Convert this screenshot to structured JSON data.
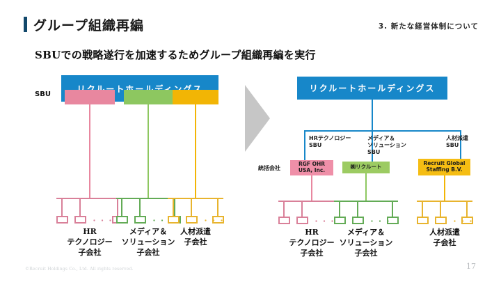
{
  "header": {
    "title": "グループ組織再編",
    "section": "3. 新たな経営体制について",
    "accent_color": "#12486b"
  },
  "lead": "SBUでの戦略遂行を加速するためグループ組織再編を実行",
  "colors": {
    "brand_blue": "#1787c9",
    "pink": "#e8879f",
    "green": "#8dc760",
    "yellow": "#f2b505",
    "arrow_grey": "#c6c6c6"
  },
  "arrow": {
    "name": "transition-arrow"
  },
  "before": {
    "holdings_label": "リクルートホールディングス",
    "sbu_label": "SBU",
    "sbu_blocks": [
      {
        "name": "hr-technology",
        "color": "#e8879f"
      },
      {
        "name": "media-solution",
        "color": "#8dc760"
      },
      {
        "name": "staffing",
        "color": "#f2b505"
      }
    ],
    "groups": [
      {
        "label_lines": [
          "HR",
          "テクノロジー",
          "子会社"
        ],
        "color": "#d98099",
        "leaf_count": 3,
        "dots": "・・・"
      },
      {
        "label_lines": [
          "メディア＆",
          "ソリューション",
          "子会社"
        ],
        "color": "#63ab56",
        "leaf_count": 3,
        "dots": "・・・"
      },
      {
        "label_lines": [
          "人材派遣",
          "子会社"
        ],
        "color": "#e8b42e",
        "leaf_count": 3,
        "dots": "・・・"
      }
    ]
  },
  "after": {
    "holdings_label": "リクルートホールディングス",
    "holding_company_label": "統括会社",
    "sbus": [
      {
        "label_lines": [
          "HRテクノロジー",
          "SBU"
        ]
      },
      {
        "label_lines": [
          "メディア＆",
          "ソリューション",
          "SBU"
        ]
      },
      {
        "label_lines": [
          "人材派遣",
          "SBU"
        ]
      }
    ],
    "companies": [
      {
        "lines": [
          "RGF OHR",
          "USA, Inc."
        ],
        "color": "#ef8fa8"
      },
      {
        "lines": [
          "㈱リクルート"
        ],
        "color": "#9ccb62"
      },
      {
        "lines": [
          "Recruit Global",
          "Staffing B.V."
        ],
        "color": "#f5bd13"
      }
    ],
    "groups": [
      {
        "label_lines": [
          "HR",
          "テクノロジー",
          "子会社"
        ],
        "color": "#d98099",
        "leaf_count": 3,
        "dots": "・・・"
      },
      {
        "label_lines": [
          "メディア＆",
          "ソリューション",
          "子会社"
        ],
        "color": "#63ab56",
        "leaf_count": 3,
        "dots": "・・・"
      },
      {
        "label_lines": [
          "人材派遣",
          "子会社"
        ],
        "color": "#e8b42e",
        "leaf_count": 3,
        "dots": "・・・"
      }
    ]
  },
  "footer": {
    "copyright": "©Recruit Holdings Co., Ltd. All rights reserved.",
    "page_number": "17"
  }
}
